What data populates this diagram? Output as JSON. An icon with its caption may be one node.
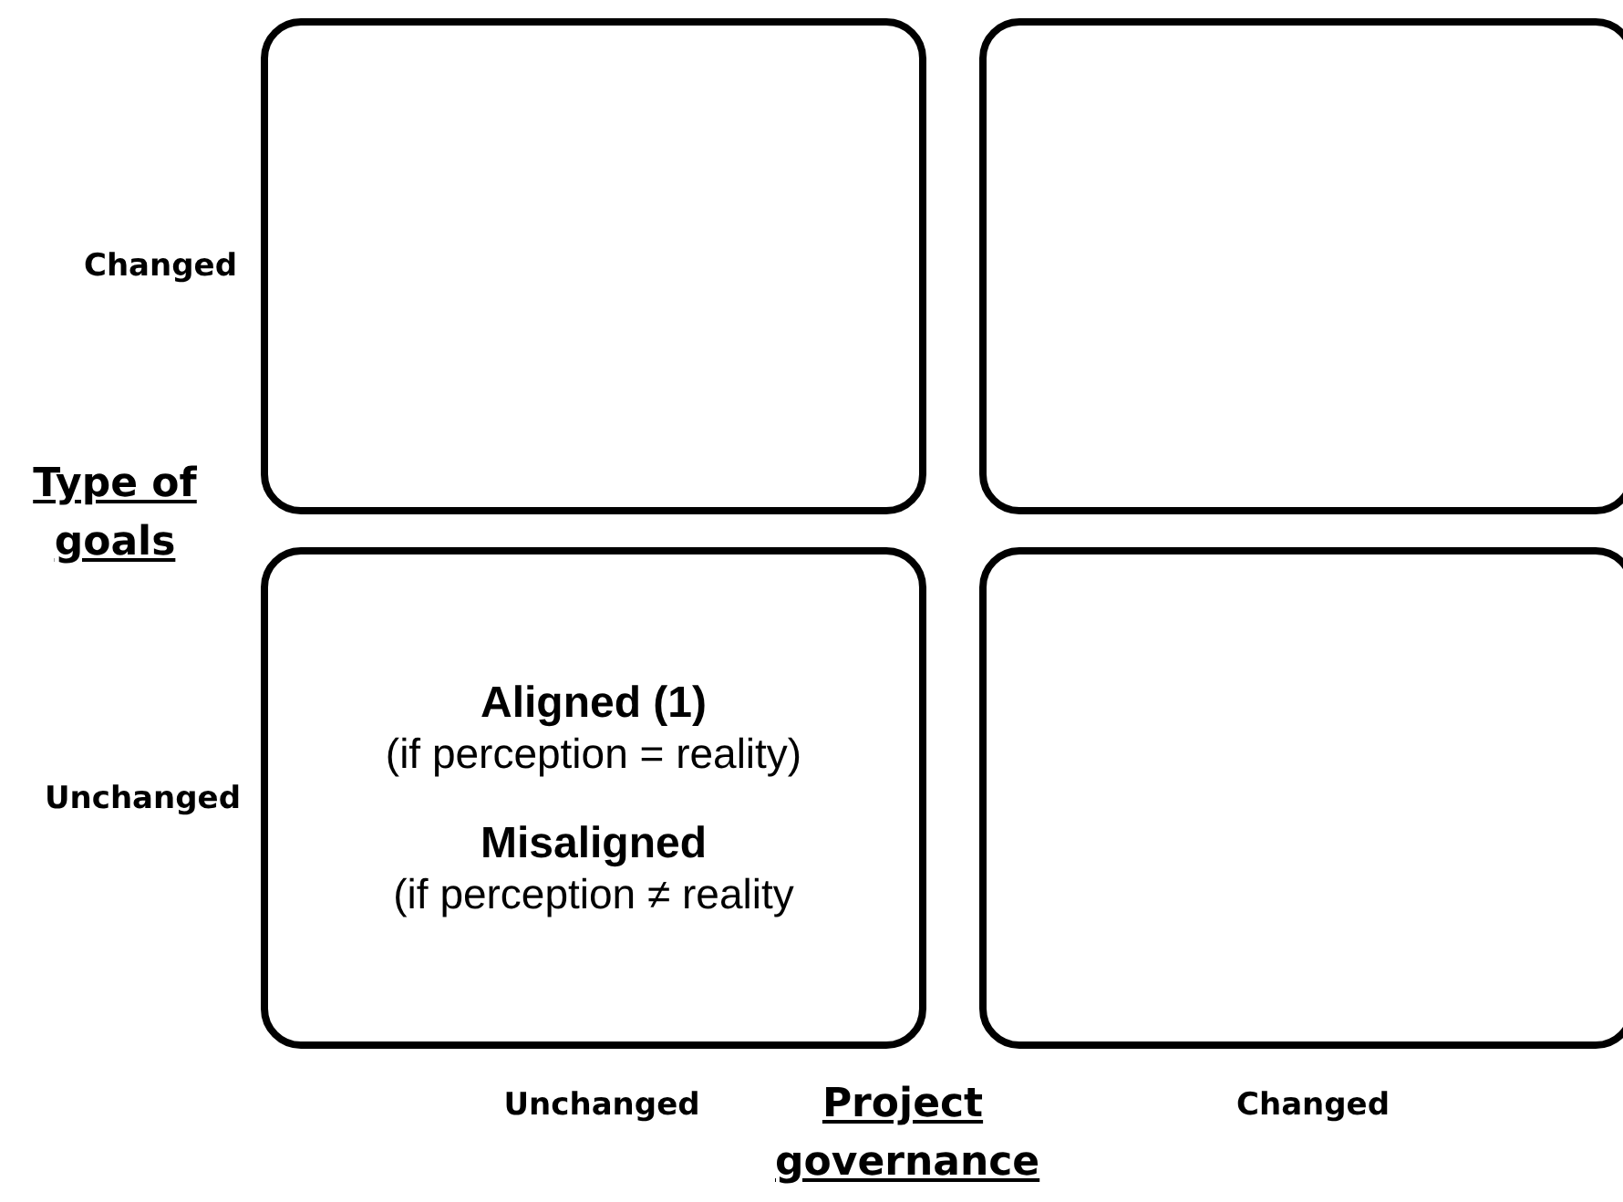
{
  "diagram": {
    "nodes": [
      {
        "text": [],
        "shape": "box"
      },
      {
        "text": [],
        "shape": "box"
      },
      {
        "text": [
          "Aligned (1)",
          "(if perception = reality)",
          "Misaligned",
          "(if perception ≠ reality"
        ]
      },
      {
        "text": [],
        "shape": "box"
      }
    ],
    "labels": [
      "Changed",
      "Type of goals",
      "Unchanged",
      "Unchanged",
      "Project governance",
      "Changed"
    ]
  }
}
